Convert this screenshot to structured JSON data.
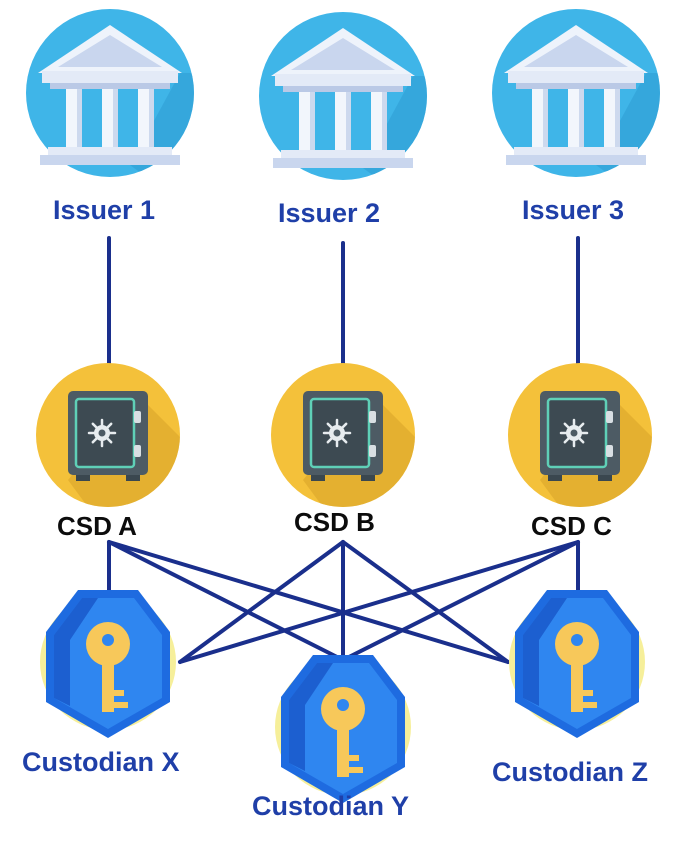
{
  "issuers": [
    {
      "id": "issuer-1",
      "label": "Issuer 1",
      "icon": "bank-building-icon"
    },
    {
      "id": "issuer-2",
      "label": "Issuer 2",
      "icon": "bank-building-icon"
    },
    {
      "id": "issuer-3",
      "label": "Issuer 3",
      "icon": "bank-building-icon"
    }
  ],
  "csds": [
    {
      "id": "csd-a",
      "label": "CSD A",
      "icon": "safe-vault-icon"
    },
    {
      "id": "csd-b",
      "label": "CSD B",
      "icon": "safe-vault-icon"
    },
    {
      "id": "csd-c",
      "label": "CSD C",
      "icon": "safe-vault-icon"
    }
  ],
  "custodians": [
    {
      "id": "custodian-x",
      "label": "Custodian X",
      "icon": "key-shield-icon"
    },
    {
      "id": "custodian-y",
      "label": "Custodian Y",
      "icon": "key-shield-icon"
    },
    {
      "id": "custodian-z",
      "label": "Custodian Z",
      "icon": "key-shield-icon"
    }
  ],
  "connections": [
    {
      "from": "issuer-1",
      "to": "csd-a"
    },
    {
      "from": "issuer-2",
      "to": "csd-b"
    },
    {
      "from": "issuer-3",
      "to": "csd-c"
    },
    {
      "from": "csd-a",
      "to": "custodian-x"
    },
    {
      "from": "csd-a",
      "to": "custodian-y"
    },
    {
      "from": "csd-a",
      "to": "custodian-z"
    },
    {
      "from": "csd-b",
      "to": "custodian-x"
    },
    {
      "from": "csd-b",
      "to": "custodian-y"
    },
    {
      "from": "csd-b",
      "to": "custodian-z"
    },
    {
      "from": "csd-c",
      "to": "custodian-x"
    },
    {
      "from": "csd-c",
      "to": "custodian-y"
    },
    {
      "from": "csd-c",
      "to": "custodian-z"
    }
  ],
  "colors": {
    "line": "#1a2f8c",
    "label_blue": "#1f3fa8",
    "label_dark": "#0c0c0c",
    "issuer_circle": "#3fb5e8",
    "csd_circle": "#f4c13a",
    "custodian_shield": "#1e6be0",
    "key": "#f7c85a"
  }
}
